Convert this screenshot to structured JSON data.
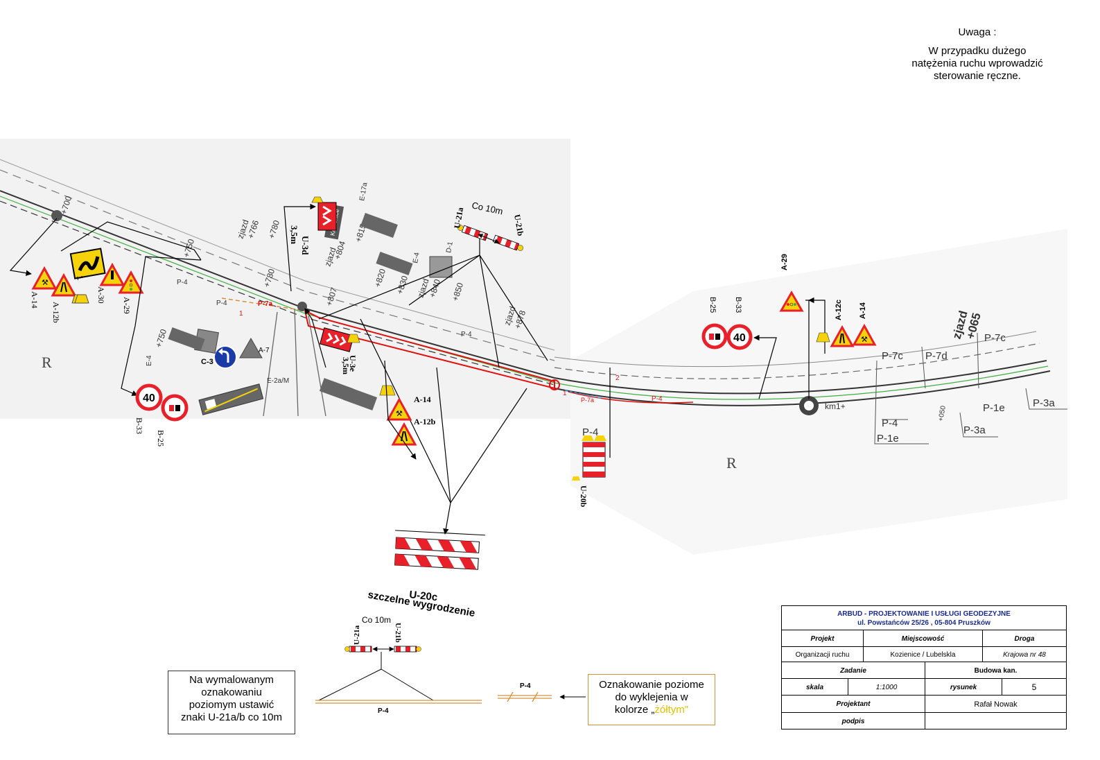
{
  "note": {
    "title": "Uwaga :",
    "line1": "W przypadku dużego",
    "line2": "natężenia ruchu wprowadzić",
    "line3": "sterowanie ręczne."
  },
  "labels": {
    "r_left": "R",
    "r_right": "R",
    "a14": "A-14",
    "a12b": "A-12b",
    "a30": "A-30",
    "a29": "A-29",
    "a7": "A-7",
    "c3": "C-3",
    "b33": "B-33",
    "b25": "B-25",
    "speed": "40",
    "u3d": "U-3d",
    "u3d_dist": "3,5m",
    "u3e": "U-3e",
    "u3e_dist": "3,5m",
    "u21a": "U-21a",
    "u21b": "U-21b",
    "co10m": "Co 10m",
    "a14_2": "A-14",
    "a12b_2": "A-12b",
    "u20b": "U-20b",
    "b25_r": "B-25",
    "b33_r": "B-33",
    "a29_r": "A-29",
    "a12c_r": "A-12c",
    "a14_r": "A-14",
    "u20c": "U-20c",
    "u20c_desc": "szczelne wygrodzenie",
    "u21a_b": "U-21a",
    "u21b_b": "U-21b",
    "co10m_b": "Co 10m",
    "p4_a": "P-4",
    "p4_b": "P-4",
    "p4_c": "P-4",
    "p7a": "P-7a",
    "p7a_2": "P-7a",
    "p4_red": "P-4",
    "p7c": "P-7c",
    "p7c_2": "P-7c",
    "p7d": "P-7d",
    "p1e": "P-1e",
    "p1e_2": "P-1e",
    "p3a": "P-3a",
    "p3a_2": "P-3a",
    "p4_r1": "P-4",
    "p4_r2": "P-4",
    "zjazd_r": "zjazd",
    "ch065": "+065",
    "ch050": "+050",
    "ch700": "+700",
    "ch750": "+750",
    "ch766": "+766",
    "ch780": "+780",
    "ch780b": "+780",
    "ch804": "+804",
    "ch807": "+807",
    "ch815": "+815",
    "ch820": "+820",
    "ch830": "+830",
    "ch840": "+840",
    "ch850": "+850",
    "ch878": "+878",
    "ch750b": "+750",
    "zjazd1": "zjazd",
    "zjazd2": "zjazd",
    "zjazd3": "zjazd",
    "zjazd4": "zjazd",
    "km": "km1+",
    "kozienice": "Kozienice",
    "e17a": "E-17a",
    "e4": "E-4",
    "e4b": "E-4",
    "e2a": "E-2a/M",
    "d1": "D-1",
    "n1": "1",
    "n2": "2",
    "num1": "1"
  },
  "notes": {
    "left_l1": "Na wymalowanym",
    "left_l2": "oznakowaniu",
    "left_l3": "poziomym ustawić",
    "left_l4": "znaki U-21a/b co 10m",
    "right_l1": "Oznakowanie poziome",
    "right_l2": "do wyklejenia w",
    "right_l3a": "kolorze „",
    "right_l3b": "żółtym",
    "right_l3c": "\""
  },
  "titleblock": {
    "company": "ARBUD - PROJEKTOWANIE I USŁUGI GEODEZYJNE",
    "address": "ul. Powstańców 25/26 , 05-804 Pruszków",
    "h_projekt": "Projekt",
    "h_miejscowosc": "Miejscowość",
    "h_droga": "Droga",
    "v_projekt": "Organizacji ruchu",
    "v_miejscowosc": "Kozienice / Lubelskla",
    "v_droga": "Krajowa nr 48",
    "h_zadanie": "Zadanie",
    "v_zadanie": "Budowa kan.",
    "h_skala": "skala",
    "v_skala": "1:1000",
    "h_rysunek": "rysunek",
    "v_rysunek": "5",
    "h_projektant": "Projektant",
    "v_projektant": "Rafał Nowak",
    "h_podpis": "podpis"
  },
  "colors": {
    "sign_red": "#e8202a",
    "sign_yellow": "#f5d20a",
    "marking_orange": "#d4903c",
    "excavation_red": "#e01010",
    "company_blue": "#1a2a8a",
    "green_line": "#40b040"
  }
}
